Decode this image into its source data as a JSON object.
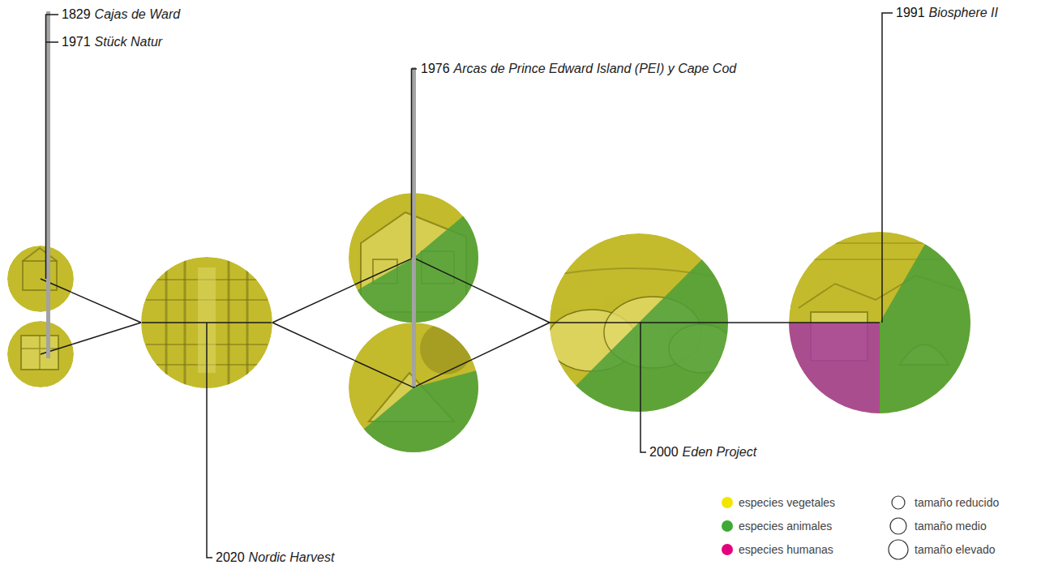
{
  "diagram": {
    "nodes": [
      {
        "text": [
          "1829",
          "Cajas de Ward"
        ]
      },
      {
        "text": [
          "1971",
          "Stück Natur"
        ]
      },
      {
        "text": [
          "2020",
          "Nordic Harvest"
        ]
      },
      {
        "text": [
          "1976",
          "Arcas de Prince Edward Island (PEI) y Cape Cod"
        ]
      },
      {
        "text": []
      },
      {
        "text": [
          "2000",
          "Eden Project"
        ]
      },
      {
        "text": [
          "1991",
          "Biosphere II"
        ]
      }
    ],
    "edges": [
      {
        "from": 0,
        "to": 2,
        "arrow": "none"
      },
      {
        "from": 1,
        "to": 2,
        "arrow": "none"
      },
      {
        "from": 2,
        "to": 3,
        "arrow": "none"
      },
      {
        "from": 2,
        "to": 4,
        "arrow": "none"
      },
      {
        "from": 3,
        "to": 5,
        "arrow": "none"
      },
      {
        "from": 4,
        "to": 5,
        "arrow": "none"
      },
      {
        "from": 5,
        "to": 6,
        "arrow": "none"
      }
    ],
    "legend": [
      {
        "text": "especies vegetales",
        "color": "#f2e500"
      },
      {
        "text": "especies animales",
        "color": "#3ea935"
      },
      {
        "text": "especies humanas",
        "color": "#e5007d"
      },
      {
        "text": "tamaño reducido"
      },
      {
        "text": "tamaño medio"
      },
      {
        "text": "tamaño elevado"
      }
    ]
  }
}
